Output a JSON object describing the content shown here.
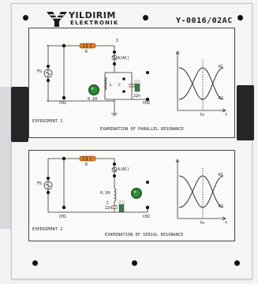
{
  "header": {
    "brand": "YILDIRIM",
    "brand_sub": "ELEKTRONIK",
    "model": "Y-0016/02AC"
  },
  "experiment1": {
    "label": "EXPERIMENT 1",
    "caption": "EXAMINATION OF PARALLEL RESONANCE",
    "source": "FG",
    "resistor": "R",
    "current": "I",
    "ac": "A(AC)",
    "inductor": "L",
    "inductance": "0.1H",
    "capacitor": "C",
    "capacitance": "22n",
    "ch1": "CH1",
    "ch2": "CH2",
    "r1": "R1",
    "r2": "R2",
    "fo": "fo",
    "f": "f"
  },
  "experiment2": {
    "label": "EXPERIMENT 2",
    "caption": "EXAMINATION OF SERIAL RESONANCE",
    "source": "FG",
    "resistor": "R",
    "ac": "A(AC)",
    "inductance": "0.1H",
    "capacitor": "C",
    "capacitance": "22n",
    "ch1": "CH1",
    "ch2": "CH2",
    "r1": "R1",
    "r2": "R2",
    "fo": "fo",
    "f": "f"
  },
  "colors": {
    "knob": "#2f8f3a",
    "resistor": "#d9822b",
    "handle": "#252525"
  }
}
